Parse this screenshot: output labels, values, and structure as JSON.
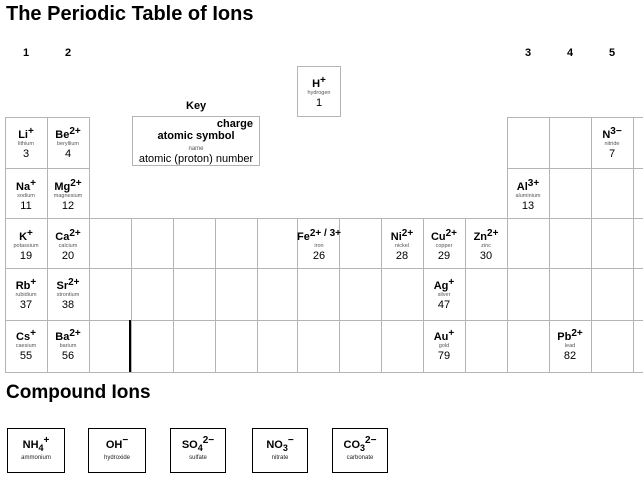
{
  "title": "The Periodic Table of Ions",
  "groups": [
    "1",
    "2",
    "3",
    "4",
    "5"
  ],
  "key": {
    "label": "Key",
    "charge": "charge",
    "symbol": "atomic symbol",
    "name": "name",
    "number": "atomic (proton) number"
  },
  "ions": {
    "h": {
      "symbol": "H",
      "charge": "+",
      "name": "hydrogen",
      "number": "1"
    },
    "li": {
      "symbol": "Li",
      "charge": "+",
      "name": "lithium",
      "number": "3"
    },
    "be": {
      "symbol": "Be",
      "charge": "2+",
      "name": "beryllium",
      "number": "4"
    },
    "n": {
      "symbol": "N",
      "charge": "3−",
      "name": "nitride",
      "number": "7"
    },
    "na": {
      "symbol": "Na",
      "charge": "+",
      "name": "sodium",
      "number": "11"
    },
    "mg": {
      "symbol": "Mg",
      "charge": "2+",
      "name": "magnesium",
      "number": "12"
    },
    "al": {
      "symbol": "Al",
      "charge": "3+",
      "name": "aluminium",
      "number": "13"
    },
    "k": {
      "symbol": "K",
      "charge": "+",
      "name": "potassium",
      "number": "19"
    },
    "ca": {
      "symbol": "Ca",
      "charge": "2+",
      "name": "calcium",
      "number": "20"
    },
    "fe": {
      "symbol": "Fe",
      "charge": "2+ / 3+",
      "name": "iron",
      "number": "26"
    },
    "ni": {
      "symbol": "Ni",
      "charge": "2+",
      "name": "nickel",
      "number": "28"
    },
    "cu": {
      "symbol": "Cu",
      "charge": "2+",
      "name": "copper",
      "number": "29"
    },
    "zn": {
      "symbol": "Zn",
      "charge": "2+",
      "name": "zinc",
      "number": "30"
    },
    "rb": {
      "symbol": "Rb",
      "charge": "+",
      "name": "rubidium",
      "number": "37"
    },
    "sr": {
      "symbol": "Sr",
      "charge": "2+",
      "name": "strontium",
      "number": "38"
    },
    "ag": {
      "symbol": "Ag",
      "charge": "+",
      "name": "silver",
      "number": "47"
    },
    "cs": {
      "symbol": "Cs",
      "charge": "+",
      "name": "caesium",
      "number": "55"
    },
    "ba": {
      "symbol": "Ba",
      "charge": "2+",
      "name": "barium",
      "number": "56"
    },
    "au": {
      "symbol": "Au",
      "charge": "+",
      "name": "gold",
      "number": "79"
    },
    "pb": {
      "symbol": "Pb",
      "charge": "2+",
      "name": "lead",
      "number": "82"
    }
  },
  "compound_title": "Compound Ions",
  "compounds": {
    "nh4": {
      "base": "NH",
      "sub": "4",
      "charge": "+",
      "name": "ammonium"
    },
    "oh": {
      "base": "OH",
      "sub": "",
      "charge": "−",
      "name": "hydroxide"
    },
    "so4": {
      "base": "SO",
      "sub": "4",
      "charge": "2−",
      "name": "sulfate"
    },
    "no3": {
      "base": "NO",
      "sub": "3",
      "charge": "−",
      "name": "nitrate"
    },
    "co3": {
      "base": "CO",
      "sub": "3",
      "charge": "2−",
      "name": "carbonate"
    }
  }
}
